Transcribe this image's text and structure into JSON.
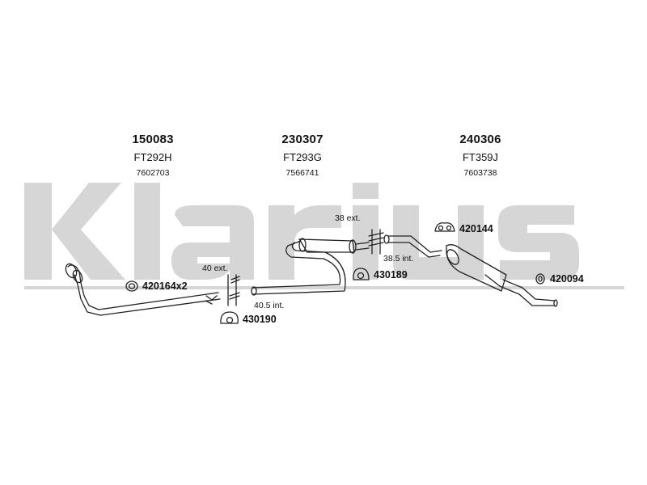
{
  "logo_text": "Klarius",
  "parts": [
    {
      "number": "150083",
      "code": "FT292H",
      "ref": "7602703"
    },
    {
      "number": "230307",
      "code": "FT293G",
      "ref": "7566741"
    },
    {
      "number": "240306",
      "code": "FT359J",
      "ref": "7603738"
    }
  ],
  "joints": {
    "front_ext": "40 ext.",
    "front_int": "40.5 int.",
    "rear_ext": "38 ext.",
    "rear_int": "38.5 int."
  },
  "hardware": {
    "clamp": "420164x2",
    "mount_front": "430190",
    "mount_mid": "430189",
    "mount_rear": "420144",
    "ring_rear": "420094"
  },
  "colors": {
    "watermark": "#d6d6d6",
    "line": "#222222"
  }
}
